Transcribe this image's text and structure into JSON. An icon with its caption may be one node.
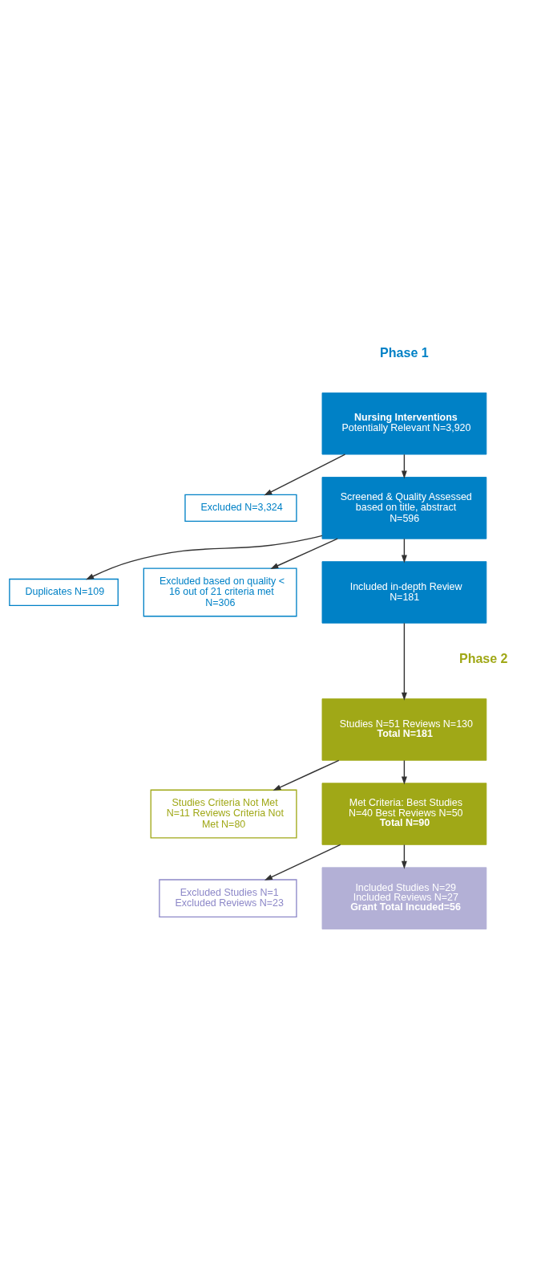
{
  "diagram": {
    "nodes": [
      {
        "text": [
          "Nursing Interventions",
          "Potentially Relevant N=3,920"
        ]
      },
      {
        "text": [
          "Excluded N=3,324"
        ]
      },
      {
        "text": [
          "Screened & Quality Assessed based on title, abstract N=596"
        ]
      },
      {
        "text": [
          "Duplicates N=109"
        ]
      },
      {
        "text": [
          "Excluded based on quality < 16 out of 21 criteria met N=306"
        ]
      },
      {
        "text": [
          "Included in-depth Review N=181"
        ]
      },
      {
        "text": [
          "Studies N=51 Reviews N=130",
          "Total N=181"
        ]
      },
      {
        "text": [
          "Studies Criteria Not Met N=11 Reviews Criteria Not Met N=80"
        ]
      },
      {
        "text": [
          "Met Criteria: Best Studies N=40 Best Reviews N=50",
          "Total N=90"
        ]
      },
      {
        "text": [
          "Excluded Studies N=1 Excluded Reviews N=23"
        ]
      },
      {
        "text": [
          "Included Studies N=29 Included Reviews N=27",
          "Grant Total Incuded=56"
        ]
      }
    ],
    "edges": [
      {
        "from": 0,
        "to": 1,
        "arrow": "to"
      },
      {
        "from": 0,
        "to": 2,
        "arrow": "to"
      },
      {
        "from": 2,
        "to": 3,
        "arrow": "to"
      },
      {
        "from": 2,
        "to": 4,
        "arrow": "to"
      },
      {
        "from": 2,
        "to": 5,
        "arrow": "to"
      },
      {
        "from": 5,
        "to": 6,
        "arrow": "to"
      },
      {
        "from": 6,
        "to": 7,
        "arrow": "to"
      },
      {
        "from": 6,
        "to": 8,
        "arrow": "to"
      },
      {
        "from": 8,
        "to": 9,
        "arrow": "to"
      },
      {
        "from": 8,
        "to": 10,
        "arrow": "to"
      }
    ],
    "labels": [
      "Phase 1",
      "Phase 2"
    ]
  }
}
